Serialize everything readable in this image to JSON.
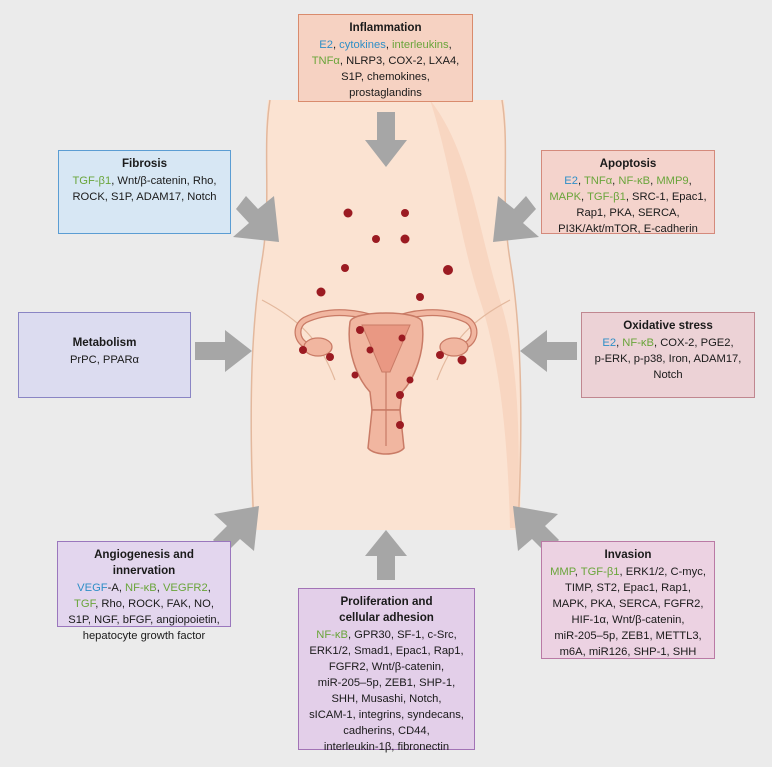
{
  "boxes": {
    "inflammation": {
      "title": "Inflammation",
      "lines": [
        [
          {
            "t": "E2",
            "c": "blue"
          },
          {
            "t": ", "
          },
          {
            "t": "cytokines",
            "c": "blue"
          },
          {
            "t": ", "
          },
          {
            "t": "interleukins",
            "c": "green"
          },
          {
            "t": ","
          }
        ],
        [
          {
            "t": "TNFα",
            "c": "green"
          },
          {
            "t": ", NLRP3, COX-2, LXA4,"
          }
        ],
        [
          {
            "t": "S1P, chemokines,"
          }
        ],
        [
          {
            "t": "prostaglandins"
          }
        ]
      ]
    },
    "fibrosis": {
      "title": "Fibrosis",
      "lines": [
        [
          {
            "t": "TGF-β1",
            "c": "green"
          },
          {
            "t": ", Wnt/β-catenin, Rho,"
          }
        ],
        [
          {
            "t": "ROCK, S1P, ADAM17, Notch"
          }
        ]
      ]
    },
    "apoptosis": {
      "title": "Apoptosis",
      "lines": [
        [
          {
            "t": "E2",
            "c": "blue"
          },
          {
            "t": ", "
          },
          {
            "t": "TNFα",
            "c": "green"
          },
          {
            "t": ", "
          },
          {
            "t": "NF-κB",
            "c": "green"
          },
          {
            "t": ", "
          },
          {
            "t": "MMP9",
            "c": "green"
          },
          {
            "t": ","
          }
        ],
        [
          {
            "t": "MAPK",
            "c": "green"
          },
          {
            "t": ", "
          },
          {
            "t": "TGF-β1",
            "c": "green"
          },
          {
            "t": ", SRC-1, Epac1,"
          }
        ],
        [
          {
            "t": "Rap1, PKA, SERCA,"
          }
        ],
        [
          {
            "t": "PI3K/Akt/mTOR, E-cadherin"
          }
        ]
      ]
    },
    "metabolism": {
      "title": "Metabolism",
      "lines": [
        [
          {
            "t": "PrPC, PPARα"
          }
        ]
      ]
    },
    "oxidative": {
      "title": "Oxidative stress",
      "lines": [
        [
          {
            "t": "E2",
            "c": "blue"
          },
          {
            "t": ", "
          },
          {
            "t": "NF-κB",
            "c": "green"
          },
          {
            "t": ", COX-2, PGE2,"
          }
        ],
        [
          {
            "t": "p-ERK, p-p38, Iron, ADAM17,"
          }
        ],
        [
          {
            "t": "Notch"
          }
        ]
      ]
    },
    "angio": {
      "title": "Angiogenesis and innervation",
      "lines": [
        [
          {
            "t": "VEGF",
            "c": "blue"
          },
          {
            "t": "-A, "
          },
          {
            "t": "NF-κB",
            "c": "green"
          },
          {
            "t": ", "
          },
          {
            "t": "VEGFR2",
            "c": "green"
          },
          {
            "t": ","
          }
        ],
        [
          {
            "t": "TGF",
            "c": "green"
          },
          {
            "t": ", Rho, ROCK, FAK, NO,"
          }
        ],
        [
          {
            "t": "S1P, NGF, bFGF, angiopoietin,"
          }
        ],
        [
          {
            "t": "hepatocyte growth factor"
          }
        ]
      ]
    },
    "prolif": {
      "title": "Proliferation and cellular adhesion",
      "title_lines": [
        "Proliferation and",
        "cellular adhesion"
      ],
      "lines": [
        [
          {
            "t": "NF-κB",
            "c": "green"
          },
          {
            "t": ", GPR30, SF-1, c-Src,"
          }
        ],
        [
          {
            "t": "ERK1/2, Smad1, Epac1, Rap1,"
          }
        ],
        [
          {
            "t": "FGFR2, Wnt/β-catenin,"
          }
        ],
        [
          {
            "t": "miR-205–5p, ZEB1, SHP-1,"
          }
        ],
        [
          {
            "t": "SHH, Musashi, Notch,"
          }
        ],
        [
          {
            "t": "sICAM-1, integrins, syndecans,"
          }
        ],
        [
          {
            "t": "cadherins, CD44,"
          }
        ],
        [
          {
            "t": "interleukin-1β, fibronectin"
          }
        ]
      ]
    },
    "invasion": {
      "title": "Invasion",
      "lines": [
        [
          {
            "t": "MMP",
            "c": "green"
          },
          {
            "t": ", "
          },
          {
            "t": "TGF-β1",
            "c": "green"
          },
          {
            "t": ", ERK1/2, C-myc,"
          }
        ],
        [
          {
            "t": "TIMP, ST2, Epac1, Rap1,"
          }
        ],
        [
          {
            "t": "MAPK, PKA, SERCA, FGFR2,"
          }
        ],
        [
          {
            "t": "HIF-1α, Wnt/β-catenin,"
          }
        ],
        [
          {
            "t": "miR-205–5p, ZEB1, METTL3,"
          }
        ],
        [
          {
            "t": "m6A, miR126, SHP-1, SHH"
          }
        ]
      ]
    }
  },
  "colors": {
    "background": "#ebebeb",
    "arrow": "#a6a6a6",
    "skin": "#fbe3d2",
    "skin_outline": "#e3b89d",
    "uterus": "#f1b6a0",
    "uterus_outline": "#c97b66",
    "lesion": "#9b1b22",
    "blue_highlight": "#2f8fc7",
    "green_highlight": "#6aa53b"
  }
}
